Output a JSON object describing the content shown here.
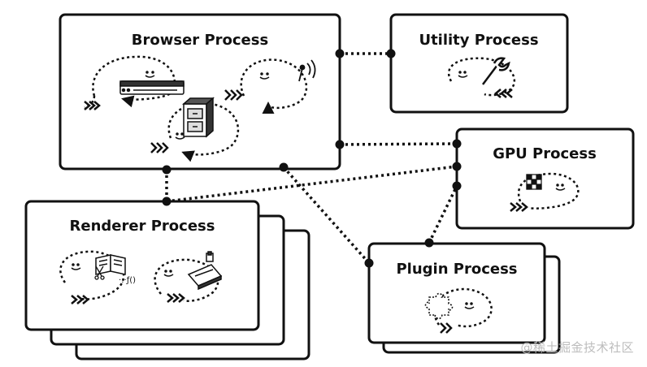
{
  "diagram": {
    "nodes": {
      "browser": {
        "label": "Browser Process"
      },
      "utility": {
        "label": "Utility Process"
      },
      "gpu": {
        "label": "GPU Process"
      },
      "renderer": {
        "label": "Renderer Process"
      },
      "plugin": {
        "label": "Plugin Process"
      }
    },
    "connections": [
      {
        "from": "browser",
        "to": "utility"
      },
      {
        "from": "browser",
        "to": "gpu"
      },
      {
        "from": "browser",
        "to": "renderer"
      },
      {
        "from": "browser",
        "to": "plugin"
      },
      {
        "from": "renderer",
        "to": "gpu"
      },
      {
        "from": "plugin",
        "to": "gpu"
      }
    ],
    "icons": [
      "server-icon",
      "wifi-signal-icon",
      "file-cabinet-icon",
      "wrench-icon",
      "grid-chip-icon",
      "puzzle-piece-icon",
      "book-icon",
      "drawing-board-icon"
    ]
  },
  "watermark": {
    "text": "@稀土掘金技术社区"
  }
}
